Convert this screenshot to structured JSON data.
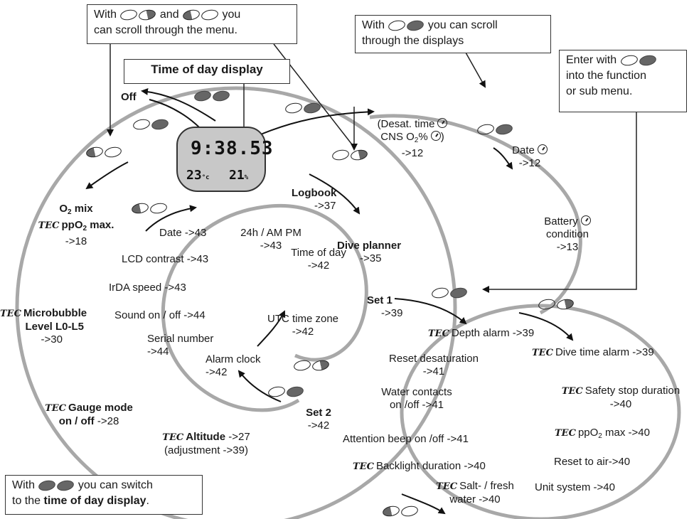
{
  "boxes": {
    "scroll_menu": {
      "prefix": "With",
      "mid": "and",
      "line1_end": "you",
      "line2": "can scroll through the menu."
    },
    "time_of_day": "Time of day display",
    "scroll_displays": {
      "prefix": "With",
      "line1_end": "you can scroll",
      "line2": "through the displays"
    },
    "enter_with": {
      "line1": "Enter with",
      "line2": "into the function",
      "line3": "or sub menu."
    },
    "switch": {
      "prefix": "With",
      "line1_end": "you can switch",
      "line2_pre": "to the",
      "line2_bold": "time of day display",
      "line2_end": "."
    }
  },
  "display": {
    "time": "9:38.53",
    "temp": "23",
    "temp_unit": "°c",
    "o2": "21",
    "o2_unit": "%"
  },
  "main_menu": {
    "off": "Off",
    "o2mix": {
      "line1": "O",
      "sub": "2",
      "line1_end": " mix",
      "line2_pre": "ppO",
      "line2_sub": "2",
      "line2_end": " max.",
      "ref": "->18"
    },
    "microbubble": {
      "line1": "Microbubble",
      "line2": "Level L0-L5",
      "ref": "->30"
    },
    "gauge": {
      "line1": "Gauge mode",
      "line2": "on / off",
      "ref": "->28"
    },
    "altitude": {
      "label": "Altitude",
      "ref": "->27",
      "sub": "(adjustment ->39)"
    },
    "set2": {
      "label": "Set 2",
      "ref": "->42"
    },
    "set1": {
      "label": "Set 1",
      "ref": "->39"
    },
    "dive_planner": {
      "label": "Dive planner",
      "ref": "->35"
    },
    "logbook": {
      "label": "Logbook",
      "ref": "->37"
    }
  },
  "tec": "TEC",
  "set2_items": {
    "date": "Date ->43",
    "h24": "24h / AM PM",
    "h24_ref": "->43",
    "lcd": "LCD contrast ->43",
    "time_of_day": "Time of day",
    "time_of_day_ref": "->42",
    "irda": "IrDA speed ->43",
    "sound": "Sound on / off ->44",
    "utc": "UTC time zone",
    "utc_ref": "->42",
    "serial": "Serial number",
    "serial_ref": "->44",
    "alarm": "Alarm clock",
    "alarm_ref": "->42"
  },
  "display_items": {
    "desat": "(Desat. time",
    "cns_pre": "CNS O",
    "cns_sub": "2",
    "cns_end": "%",
    "cns_close": ")",
    "desat_ref": "->12",
    "date": "Date",
    "date_ref": "->12",
    "battery1": "Battery",
    "battery2": "condition",
    "battery_ref": "->13"
  },
  "set1_items": {
    "depth_alarm": "Depth alarm ->39",
    "dive_time_alarm": "Dive time alarm ->39",
    "reset_desat": "Reset desaturation",
    "reset_desat_ref": "->41",
    "safety_stop": "Safety stop duration",
    "safety_stop_ref": "->40",
    "water1": "Water contacts",
    "water2": "on /off ->41",
    "ppo2_pre": "ppO",
    "ppo2_sub": "2",
    "ppo2_end": " max ->40",
    "attention": "Attention beep on /off ->41",
    "reset_air": "Reset to air->40",
    "backlight": "Backlight duration ->40",
    "unit": "Unit system ->40",
    "salt1": "Salt- / fresh",
    "salt2": "water ->40"
  }
}
